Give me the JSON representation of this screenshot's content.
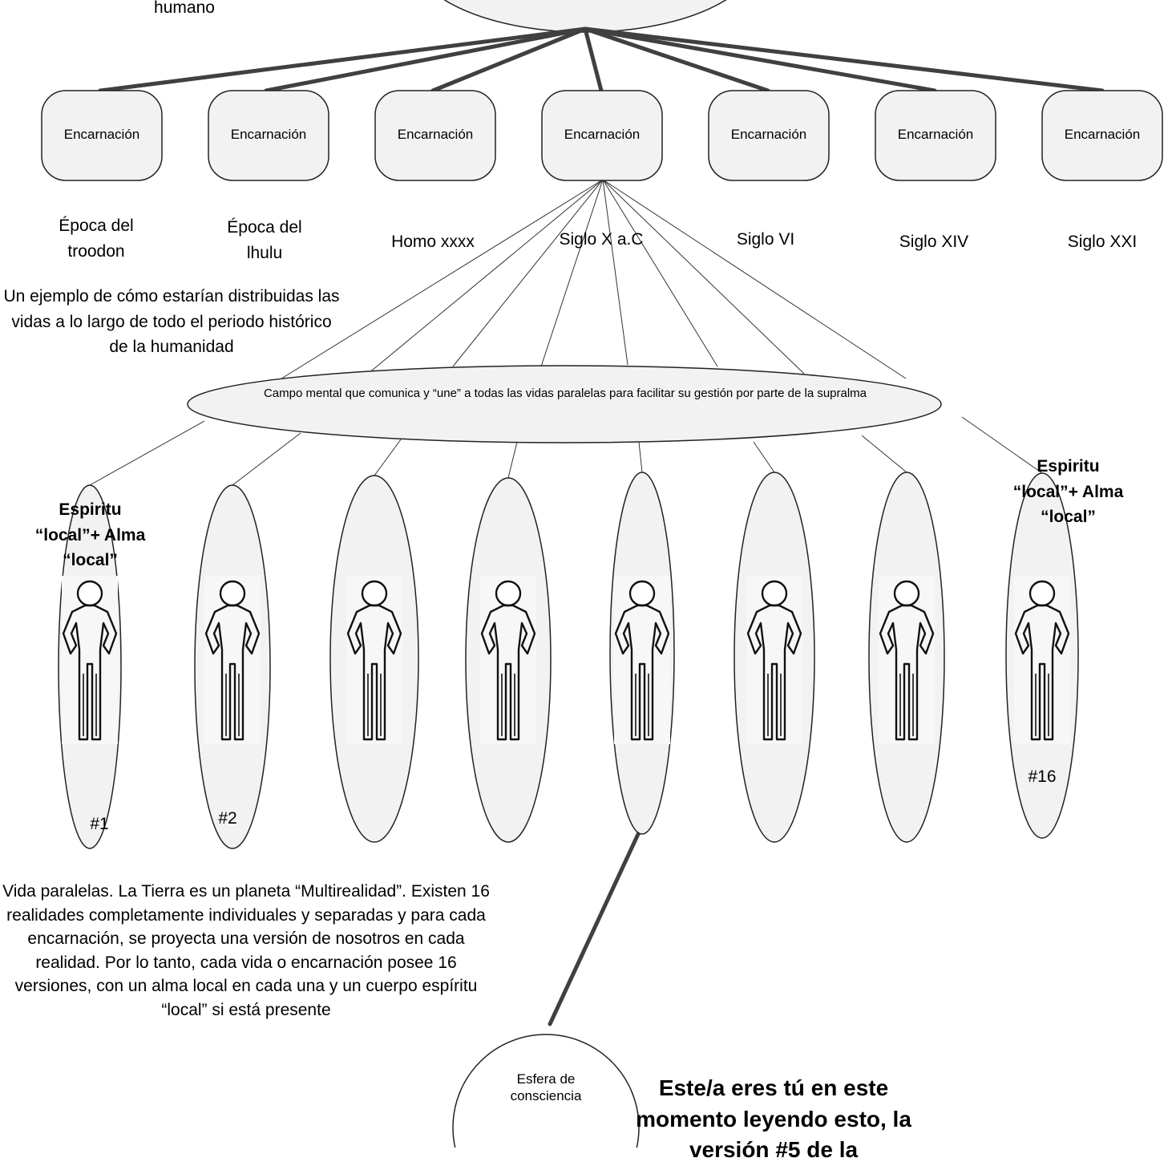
{
  "top_label": "humano",
  "incarnations": [
    {
      "box_label": "Encarnación",
      "era": "Época del troodon"
    },
    {
      "box_label": "Encarnación",
      "era": "Época del lhulu"
    },
    {
      "box_label": "Encarnación",
      "era": "Homo xxxx"
    },
    {
      "box_label": "Encarnación",
      "era": "Siglo X a.C"
    },
    {
      "box_label": "Encarnación",
      "era": "Siglo VI"
    },
    {
      "box_label": "Encarnación",
      "era": "Siglo XIV"
    },
    {
      "box_label": "Encarnación",
      "era": "Siglo XXI"
    }
  ],
  "example_note": "Un ejemplo de cómo estarían distribuidas las vidas a lo largo de todo el periodo histórico de la humanidad",
  "mental_field": "Campo mental que comunica y “une” a todas las vidas paralelas para facilitar su gestión por parte de la supralma",
  "spirit_label_left": "Espiritu “local”+ Alma “local”",
  "spirit_label_right": "Espiritu “local”+ Alma “local”",
  "versions": [
    "#1",
    "#2",
    "",
    "",
    "",
    "",
    "",
    "#16"
  ],
  "parallel_lives_text": "Vida paralelas. La Tierra es un planeta “Multirealidad”. Existen 16 realidades completamente individuales y separadas y para cada encarnación, se proyecta una versión de nosotros en cada realidad. Por lo tanto, cada vida o encarnación posee 16 versiones, con un alma local en cada una y un cuerpo espíritu “local” si está presente",
  "sphere_label": "Esfera de consciencia",
  "you_text": "Este/a eres tú en este momento leyendo esto, la versión #5 de la"
}
